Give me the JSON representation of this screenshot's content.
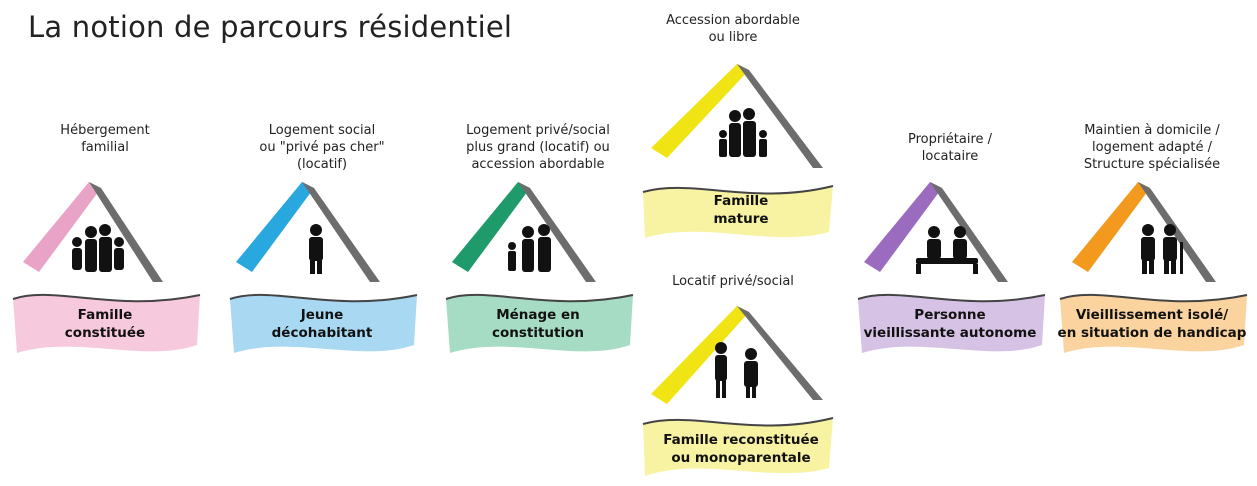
{
  "title": "La notion de parcours résidentiel",
  "steps": [
    {
      "caption": "Hébergement\nfamilial",
      "label": "Famille\nconstituée",
      "roof_color": "#e9a3c6",
      "banner_color": "#f7c9dd",
      "people_icon": "family-four-icon"
    },
    {
      "caption": "Logement social\nou \"privé pas cher\"\n(locatif)",
      "label": "Jeune\ndécohabitant",
      "roof_color": "#29a8e0",
      "banner_color": "#a9d8f3",
      "people_icon": "single-person-icon"
    },
    {
      "caption": "Logement privé/social\nplus grand (locatif) ou\naccession abordable",
      "label": "Ménage en\nconstitution",
      "roof_color": "#1f9a6a",
      "banner_color": "#a6dcc4",
      "people_icon": "family-three-icon"
    },
    {
      "caption": "Accession abordable\nou libre",
      "label": "Famille\nmature",
      "roof_color": "#f1e415",
      "banner_color": "#f8f3a3",
      "people_icon": "family-five-icon"
    },
    {
      "caption": "Locatif privé/social",
      "label": "Famille reconstituée\nou monoparentale",
      "roof_color": "#f1e415",
      "banner_color": "#f8f3a3",
      "people_icon": "parent-child-icon"
    },
    {
      "caption": "Propriétaire /\nlocataire",
      "label": "Personne\nvieillissante autonome",
      "roof_color": "#9b6bbf",
      "banner_color": "#d5c2e5",
      "people_icon": "seated-couple-icon"
    },
    {
      "caption": "Maintien à domicile /\nlogement adapté /\nStructure spécialisée",
      "label": "Vieillissement isolé/\nen situation de handicap",
      "roof_color": "#f39a1e",
      "banner_color": "#fbd39e",
      "people_icon": "elderly-cane-icon"
    }
  ]
}
